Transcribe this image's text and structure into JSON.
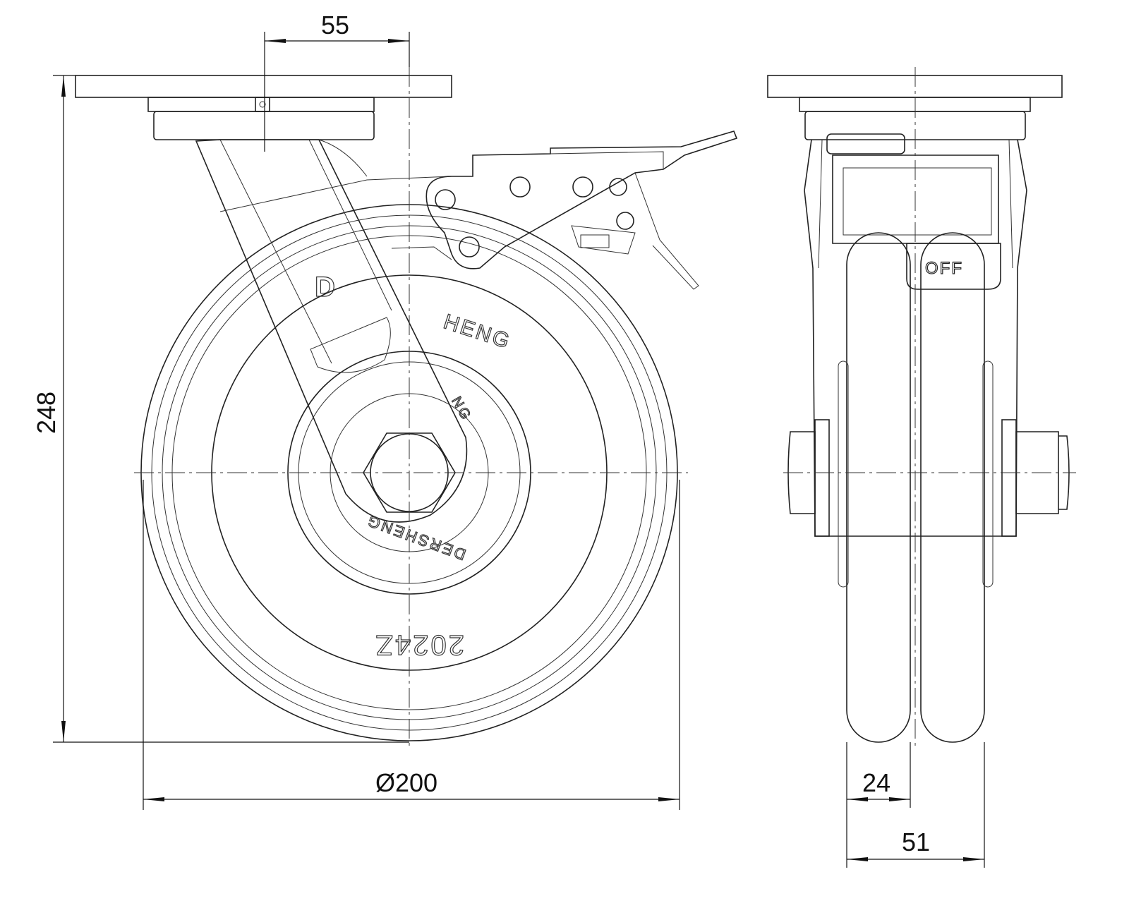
{
  "dimensions": {
    "swivel_offset": "55",
    "overall_height": "248",
    "wheel_diameter": "Ø200",
    "tread_width": "24",
    "wheel_width": "51"
  },
  "markings": {
    "brake_state": "OFF",
    "brand_arc": "HENG",
    "brand_hub_partial": "NG",
    "brand_hub": "DERSHENG",
    "model": "2024Z",
    "logo": "D"
  }
}
